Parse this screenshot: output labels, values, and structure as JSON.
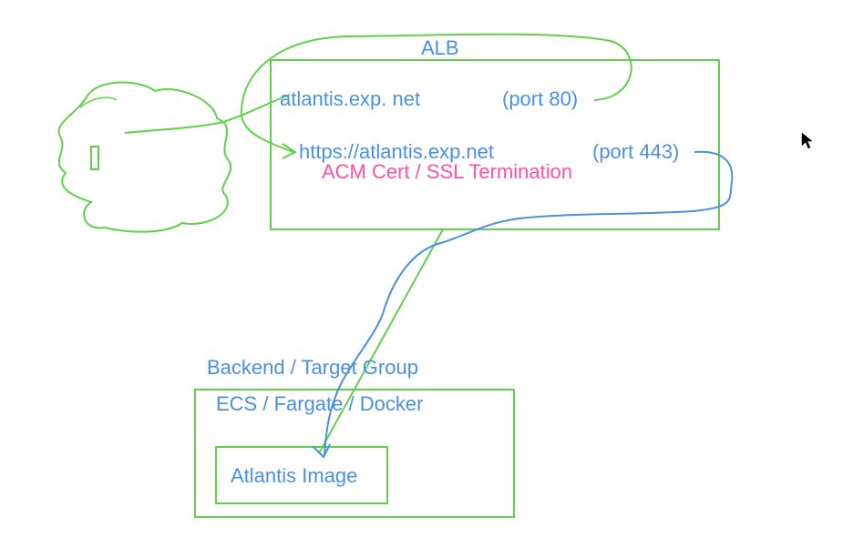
{
  "colors": {
    "sketch_green": "#5fd14a",
    "text_blue": "#4a90e2",
    "text_pink": "#ff4fa8",
    "cursor": "#000000"
  },
  "labels": {
    "alb_title": "ALB",
    "http_host": "atlantis.exp. net",
    "http_port": "(port 80)",
    "https_host": "https://atlantis.exp.net",
    "https_port": "(port 443)",
    "acm_note": "ACM Cert / SSL Termination",
    "backend_title": "Backend / Target Group",
    "ecs_title": "ECS / Fargate / Docker",
    "image_label": "Atlantis Image"
  },
  "icons": {
    "client": "cloud-sketch-icon",
    "cursor": "mouse-pointer-icon"
  }
}
